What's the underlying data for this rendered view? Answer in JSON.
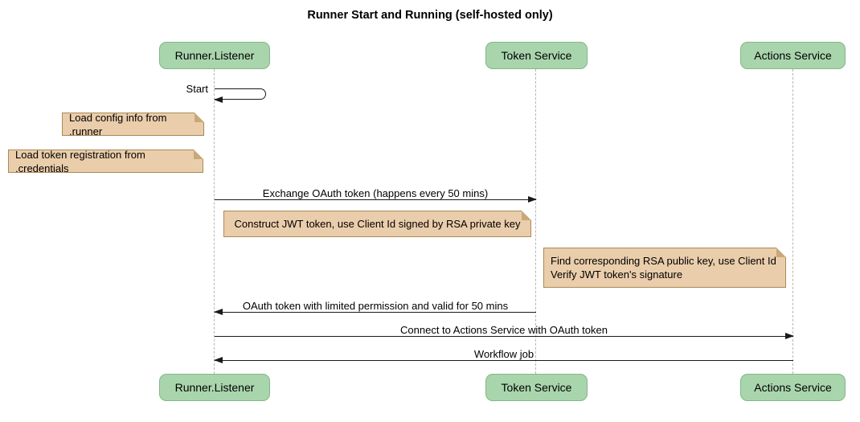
{
  "title": "Runner Start and Running (self-hosted only)",
  "diagram_type": "sequence-diagram",
  "participants": [
    {
      "label": "Runner.Listener"
    },
    {
      "label": "Token Service"
    },
    {
      "label": "Actions Service"
    }
  ],
  "messages": [
    {
      "label": "Start",
      "from": "Runner.Listener",
      "to": "Runner.Listener",
      "type": "self"
    },
    {
      "label": "Exchange OAuth token (happens every 50 mins)",
      "from": "Runner.Listener",
      "to": "Token Service",
      "type": "solid-arrow"
    },
    {
      "label": "OAuth token with limited permission and valid for 50 mins",
      "from": "Token Service",
      "to": "Runner.Listener",
      "type": "solid-arrow"
    },
    {
      "label": "Connect to Actions Service with OAuth token",
      "from": "Runner.Listener",
      "to": "Actions Service",
      "type": "solid-arrow"
    },
    {
      "label": "Workflow job",
      "from": "Actions Service",
      "to": "Runner.Listener",
      "type": "solid-arrow"
    }
  ],
  "notes": [
    {
      "text": "Load config info from .runner",
      "position": "left of Runner.Listener"
    },
    {
      "text": "Load token registration from .credentials",
      "position": "left of Runner.Listener"
    },
    {
      "text": "Construct JWT token, use Client Id signed by RSA private key",
      "position": "right of Runner.Listener"
    },
    {
      "text": "Find corresponding RSA public key, use Client Id\nVerify JWT token's signature",
      "position": "left of Actions Service"
    }
  ],
  "colors": {
    "participant_fill": "#a9d5ad",
    "participant_border": "#82b687",
    "note_fill": "#eacdab",
    "note_border": "#a98a57",
    "line": "#1a1a1a",
    "lifeline": "#b5b5b5",
    "bg": "#ffffff"
  }
}
